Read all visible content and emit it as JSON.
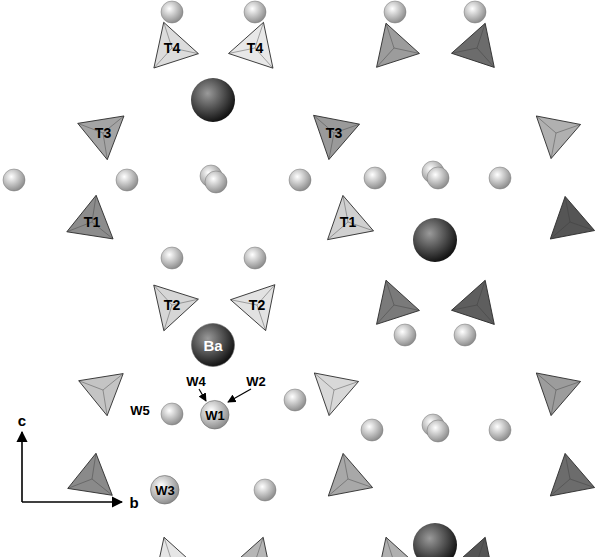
{
  "diagram": {
    "nodes": [
      {
        "text": [
          "T4"
        ]
      },
      {
        "text": [
          "T4"
        ]
      },
      {
        "text": [
          "T3"
        ]
      },
      {
        "text": [
          "T3"
        ]
      },
      {
        "text": [
          "T1"
        ]
      },
      {
        "text": [
          "T1"
        ]
      },
      {
        "text": [
          "T2"
        ]
      },
      {
        "text": [
          "T2"
        ]
      },
      {
        "text": [
          "Ba"
        ]
      },
      {
        "text": [
          "W1"
        ]
      },
      {
        "text": [
          "W3"
        ]
      }
    ],
    "labels": [
      "W4",
      "W2",
      "W5",
      "c",
      "b"
    ]
  }
}
